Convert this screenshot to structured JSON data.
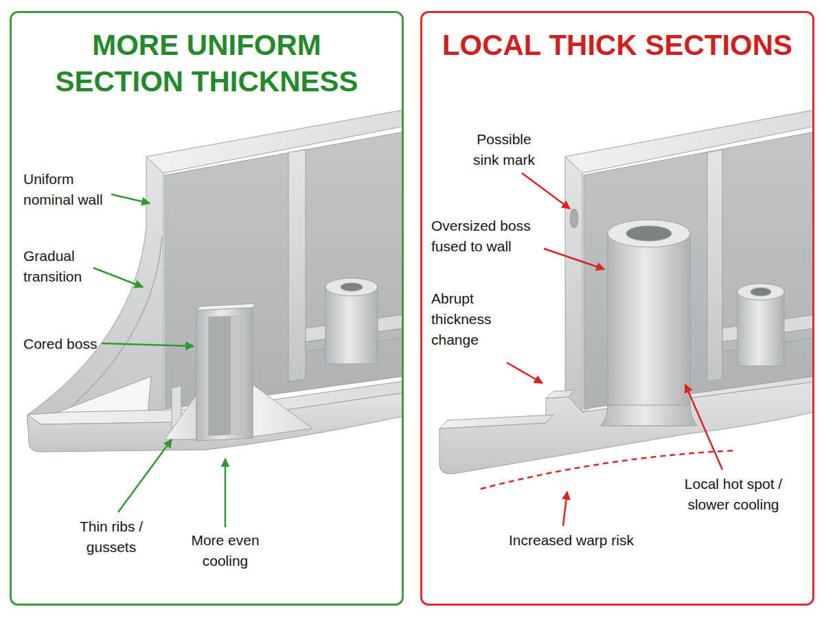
{
  "diagram": {
    "nodes": [
      {
        "text": [
          "MORE UNIFORM SECTION THICKNESS"
        ]
      },
      {
        "text": [
          "LOCAL THICK SECTIONS"
        ]
      }
    ],
    "labels": [
      "Uniform nominal wall",
      "Gradual transition",
      "Cored boss",
      "Thin ribs / gussets",
      "More even cooling",
      "Possible sink mark",
      "Oversized boss fused to wall",
      "Abrupt thickness change",
      "Local hot spot / slower cooling",
      "Increased warp risk"
    ]
  }
}
